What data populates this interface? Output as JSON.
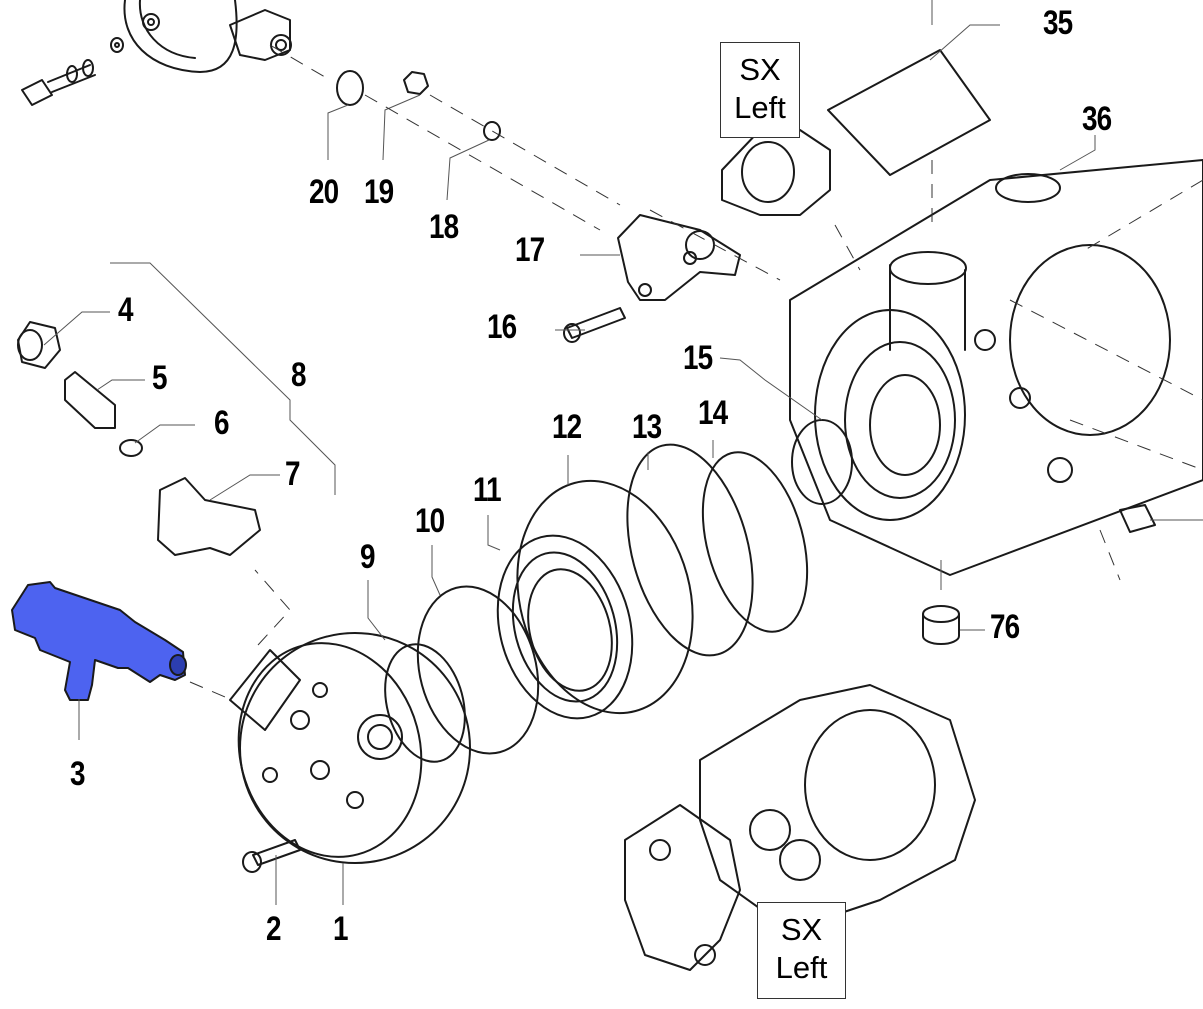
{
  "diagram": {
    "title": "Pump exploded view",
    "highlight_color": "#4d63f0",
    "line_color": "#1a1a1a",
    "leader_color": "#555555",
    "callouts": [
      {
        "id": "1",
        "label": "1",
        "part": "valve-head-cover"
      },
      {
        "id": "2",
        "label": "2",
        "part": "cap-screw"
      },
      {
        "id": "3",
        "label": "3",
        "part": "pressure-valve-tee",
        "highlighted": true
      },
      {
        "id": "4",
        "label": "4",
        "part": "nut"
      },
      {
        "id": "5",
        "label": "5",
        "part": "hose-fitting"
      },
      {
        "id": "6",
        "label": "6",
        "part": "washer"
      },
      {
        "id": "7",
        "label": "7",
        "part": "tap-valve"
      },
      {
        "id": "8",
        "label": "8",
        "part": "valve-assembly"
      },
      {
        "id": "9",
        "label": "9",
        "part": "o-ring"
      },
      {
        "id": "10",
        "label": "10",
        "part": "o-ring"
      },
      {
        "id": "11",
        "label": "11",
        "part": "valve-seat-ring"
      },
      {
        "id": "12",
        "label": "12",
        "part": "o-ring"
      },
      {
        "id": "13",
        "label": "13",
        "part": "o-ring"
      },
      {
        "id": "14",
        "label": "14",
        "part": "o-ring"
      },
      {
        "id": "15",
        "label": "15",
        "part": "seal-ring"
      },
      {
        "id": "16",
        "label": "16",
        "part": "cap-screw"
      },
      {
        "id": "17",
        "label": "17",
        "part": "manifold-flange"
      },
      {
        "id": "18",
        "label": "18",
        "part": "washer"
      },
      {
        "id": "19",
        "label": "19",
        "part": "nut"
      },
      {
        "id": "20",
        "label": "20",
        "part": "o-ring"
      },
      {
        "id": "35",
        "label": "35",
        "part": "gasket-tube"
      },
      {
        "id": "36",
        "label": "36",
        "part": "pump-body"
      },
      {
        "id": "76",
        "label": "76",
        "part": "plug"
      }
    ],
    "side_labels": [
      {
        "line1": "SX",
        "line2": "Left"
      },
      {
        "line1": "SX",
        "line2": "Left"
      }
    ]
  }
}
